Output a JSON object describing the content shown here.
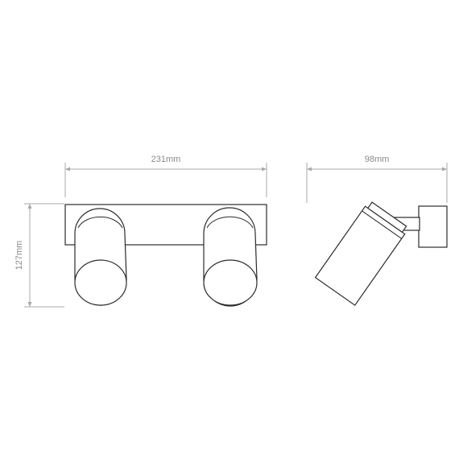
{
  "dimensions": {
    "width_label": "231mm",
    "height_label": "127mm",
    "depth_label": "98mm"
  },
  "colors": {
    "line": "#2b2b2b",
    "dimension": "#a8a8a8",
    "text": "#8a8a8a"
  }
}
